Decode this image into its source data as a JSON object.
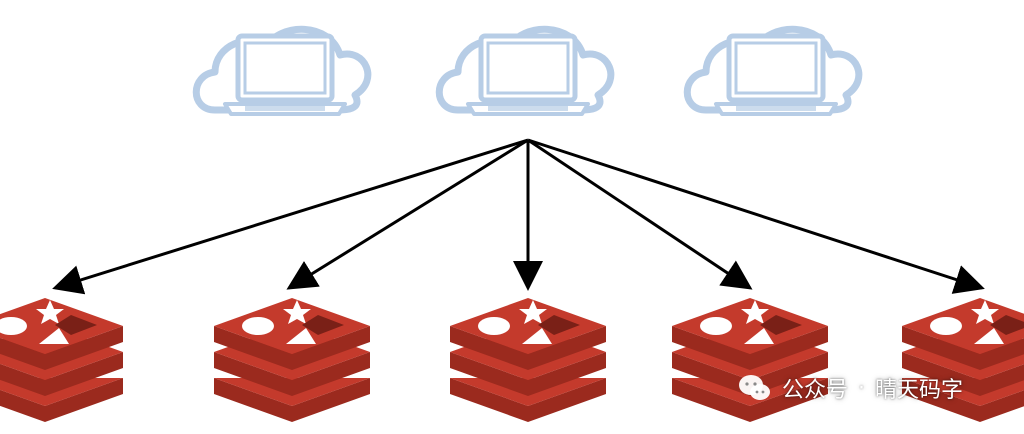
{
  "diagram": {
    "clients": [
      {
        "icon": "cloud-laptop-icon"
      },
      {
        "icon": "cloud-laptop-icon"
      },
      {
        "icon": "cloud-laptop-icon"
      }
    ],
    "servers": [
      {
        "icon": "redis-icon"
      },
      {
        "icon": "redis-icon"
      },
      {
        "icon": "redis-icon"
      },
      {
        "icon": "redis-icon"
      },
      {
        "icon": "redis-icon"
      }
    ],
    "arrow_source": "client-2",
    "arrow_targets": [
      "server-1",
      "server-2",
      "server-3",
      "server-4",
      "server-5"
    ]
  },
  "watermark": {
    "account_type": "公众号",
    "separator": "·",
    "account_name": "晴天码字"
  },
  "colors": {
    "cloud_outline": "#b7cde6",
    "laptop_outline": "#b7cde6",
    "redis_top": "#c43a2c",
    "redis_side": "#9b2a1e",
    "redis_symbols": "#ffffff",
    "arrow": "#000000"
  }
}
